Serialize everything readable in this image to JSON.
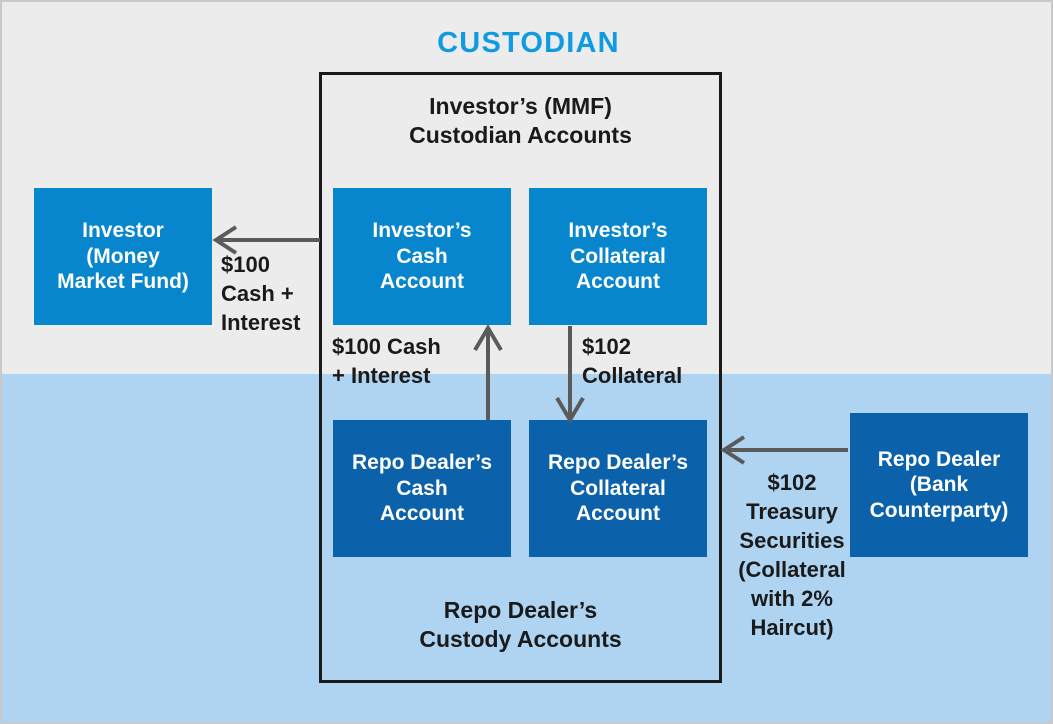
{
  "title": "CUSTODIAN",
  "frame": {
    "top_label": "Investor’s (MMF)\nCustodian Accounts",
    "top_label_line1": "Investor’s (MMF)",
    "top_label_line2": "Custodian Accounts",
    "bottom_label_line1": "Repo Dealer’s",
    "bottom_label_line2": "Custody Accounts"
  },
  "boxes": {
    "investor": {
      "line1": "Investor",
      "line2": "(Money",
      "line3": "Market Fund)",
      "color": "#0786ce"
    },
    "investor_cash_account": {
      "line1": "Investor’s",
      "line2": "Cash",
      "line3": "Account",
      "color": "#0786ce"
    },
    "investor_collateral_account": {
      "line1": "Investor’s",
      "line2": "Collateral",
      "line3": "Account",
      "color": "#0786ce"
    },
    "repo_dealer_cash_account": {
      "line1": "Repo Dealer’s",
      "line2": "Cash",
      "line3": "Account",
      "color": "#0b62aa"
    },
    "repo_dealer_collateral_account": {
      "line1": "Repo Dealer’s",
      "line2": "Collateral",
      "line3": "Account",
      "color": "#0b62aa"
    },
    "repo_dealer": {
      "line1": "Repo Dealer",
      "line2": "(Bank",
      "line3": "Counterparty)",
      "color": "#0b62aa"
    }
  },
  "flows": {
    "cash_to_investor": {
      "line1": "$100",
      "line2": "Cash +",
      "line3": "Interest"
    },
    "cash_up": {
      "line1": "$100 Cash",
      "line2": "+ Interest"
    },
    "collateral_down": {
      "line1": "$102",
      "line2": "Collateral"
    },
    "treasury_in": {
      "line1": "$102",
      "line2": "Treasury",
      "line3": "Securities",
      "line4": "(Collateral",
      "line5": "with 2%",
      "line6": "Haircut)"
    }
  },
  "colors": {
    "title": "#0e9be0",
    "box_light_blue": "#0786ce",
    "box_dark_blue": "#0b62aa",
    "background_gray": "#edecec",
    "background_blue": "#aed4f2",
    "frame_border": "#1a1a1a",
    "arrow": "#5a5a5a",
    "text_dark": "#1a1a1a"
  }
}
